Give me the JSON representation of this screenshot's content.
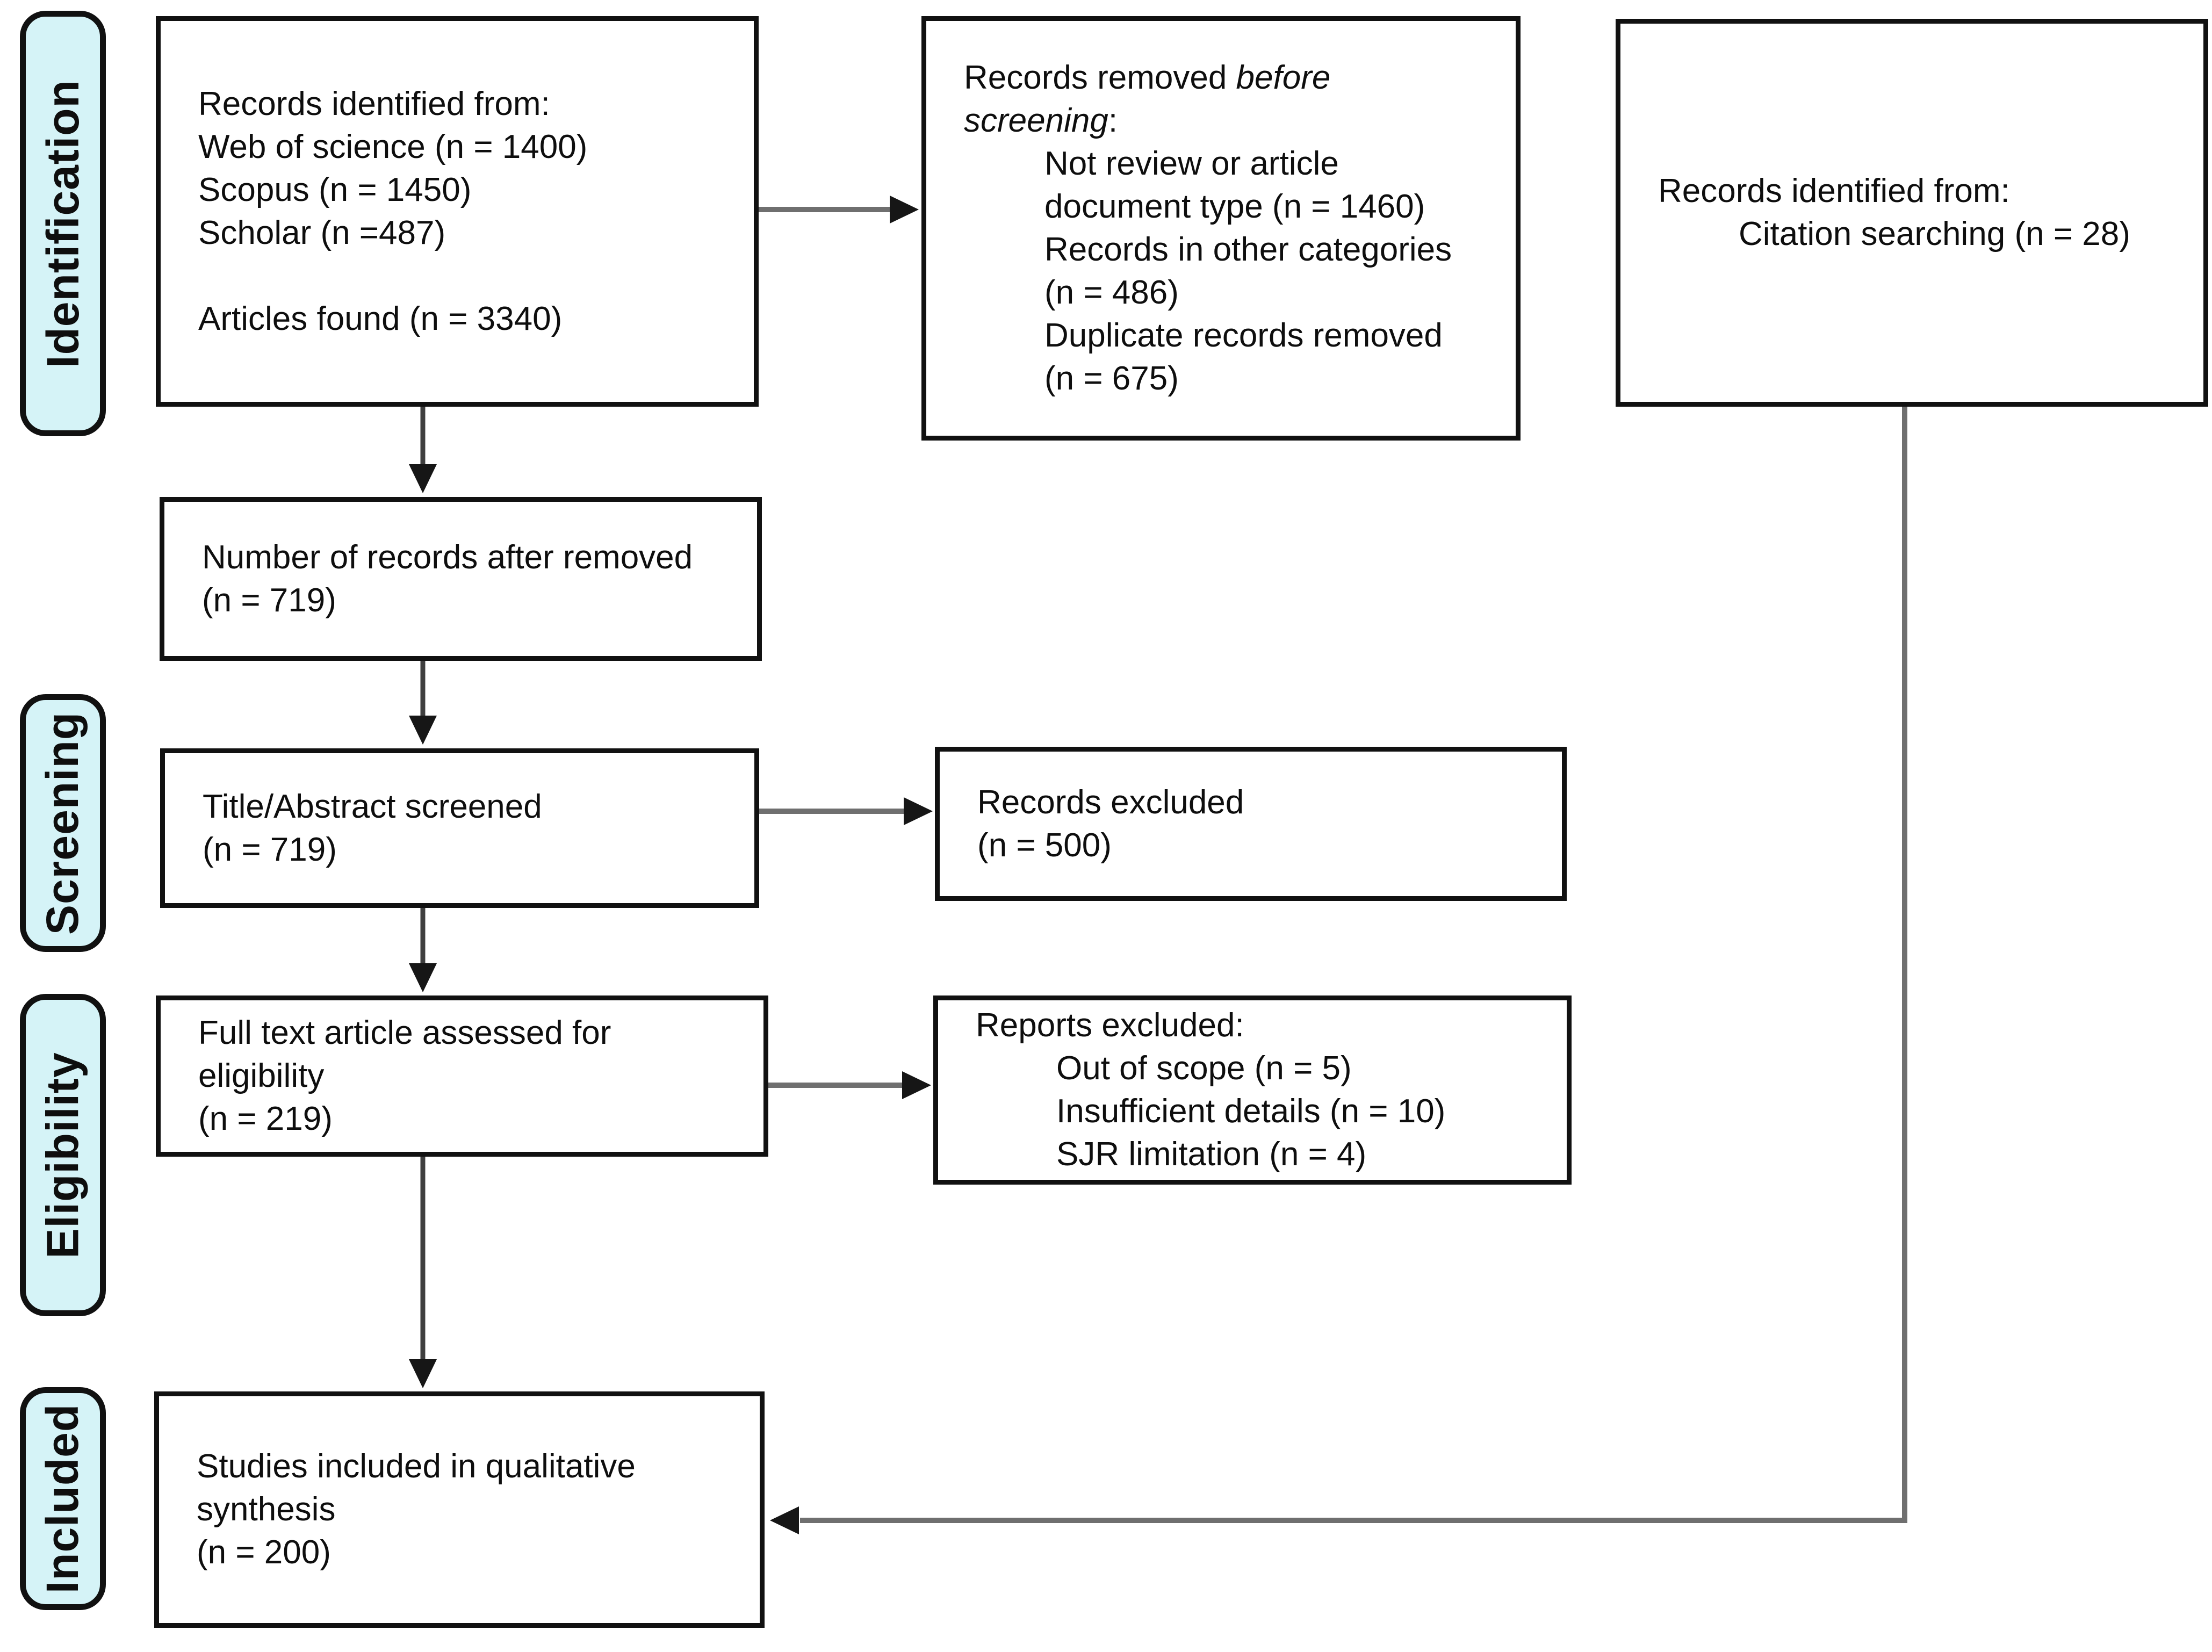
{
  "stages": {
    "identification": "Identification",
    "screening": "Screening",
    "eligibility": "Eligibility",
    "included": "Included"
  },
  "boxes": {
    "identified": {
      "lines": [
        "Records identified from:",
        "Web of science (n = 1400)",
        "Scopus (n = 1450)",
        "Scholar (n =487)",
        "Articles found (n = 3340)"
      ]
    },
    "removed": {
      "title_prefix": "Records removed ",
      "title_italic": "before screening",
      "title_suffix": ":",
      "items": [
        "Not review or article document type (n = 1460)",
        "Records in other categories (n = 486)",
        "Duplicate records removed (n = 675)"
      ]
    },
    "citation": {
      "lines": [
        "Records identified from:",
        "Citation searching (n = 28)"
      ]
    },
    "after_removed": {
      "lines": [
        "Number of records after removed",
        "(n = 719)"
      ]
    },
    "screened": {
      "lines": [
        "Title/Abstract screened",
        "(n = 719)"
      ]
    },
    "records_excluded": {
      "lines": [
        "Records excluded",
        "(n = 500)"
      ]
    },
    "fulltext": {
      "lines": [
        "Full text article assessed for",
        "eligibility",
        "(n = 219)"
      ]
    },
    "reports_excluded": {
      "title": "Reports excluded:",
      "items": [
        "Out of scope (n = 5)",
        "Insufficient details (n = 10)",
        "SJR limitation (n = 4)"
      ]
    },
    "included_studies": {
      "lines": [
        "Studies included in qualitative",
        "synthesis",
        "(n = 200)"
      ]
    }
  },
  "colors": {
    "stage_fill": "#d5f3f7",
    "border": "#111111",
    "connector": "#6f6f6f",
    "arrowhead": "#161616"
  }
}
